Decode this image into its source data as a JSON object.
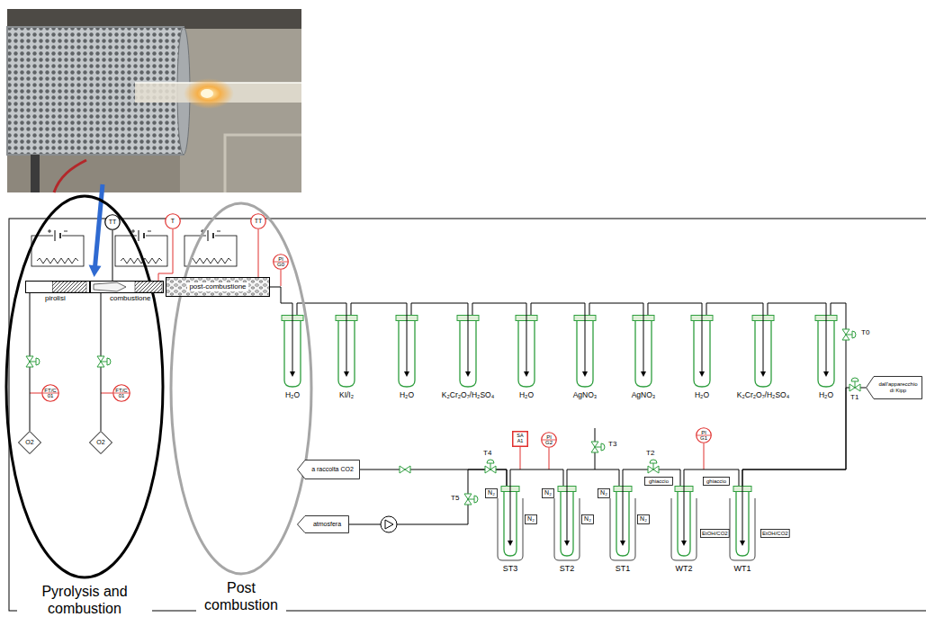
{
  "diagram": {
    "nodes": [
      {
        "text": [
          "Pyrolysis and combustion"
        ]
      },
      {
        "text": [
          "pirolisi"
        ],
        "in": 0
      },
      {
        "text": [
          "combustione"
        ],
        "in": 0
      },
      {
        "text": [
          "TT"
        ],
        "in": 0
      },
      {
        "text": [
          "T"
        ]
      },
      {
        "text": [
          "FT/C",
          "01"
        ],
        "in": 0
      },
      {
        "text": [
          "FT/C",
          "01"
        ],
        "in": 0
      },
      {
        "text": [
          "O2"
        ],
        "in": 0
      },
      {
        "text": [
          "O2"
        ],
        "in": 0
      },
      {
        "text": [
          "Post combustion"
        ]
      },
      {
        "text": [
          "post-combustione"
        ],
        "in": 9
      },
      {
        "text": [
          "TT"
        ],
        "in": 9
      },
      {
        "text": [
          "PI",
          "G0"
        ],
        "in": 9
      },
      {
        "text": [
          "H₂O"
        ]
      },
      {
        "text": [
          "KI/I₂"
        ]
      },
      {
        "text": [
          "H₂O"
        ]
      },
      {
        "text": [
          "K₂Cr₂O₇/H₂SO₄"
        ]
      },
      {
        "text": [
          "H₂O"
        ]
      },
      {
        "text": [
          "AgNO₃"
        ]
      },
      {
        "text": [
          "AgNO₃"
        ]
      },
      {
        "text": [
          "H₂O"
        ]
      },
      {
        "text": [
          "K₂Cr₂O₇/H₂SO₄"
        ]
      },
      {
        "text": [
          "H₂O"
        ]
      },
      {
        "text": [
          "dall'apparecchio di Kipp"
        ]
      },
      {
        "text": [
          "a raccolta CO2"
        ]
      },
      {
        "text": [
          "SA",
          "A1"
        ]
      },
      {
        "text": [
          "PI",
          "G2"
        ]
      },
      {
        "text": [
          "PI",
          "G1"
        ]
      },
      {
        "text": [
          "ghiaccio"
        ]
      },
      {
        "text": [
          "ghiaccio"
        ]
      },
      {
        "text": [
          "N₂"
        ]
      },
      {
        "text": [
          "N₂"
        ]
      },
      {
        "text": [
          "N₂"
        ]
      },
      {
        "text": [
          "ST3"
        ]
      },
      {
        "text": [
          "ST2"
        ]
      },
      {
        "text": [
          "ST1"
        ]
      },
      {
        "text": [
          "WT2"
        ]
      },
      {
        "text": [
          "WT1"
        ]
      },
      {
        "text": [
          "N₂"
        ]
      },
      {
        "text": [
          "N₂"
        ]
      },
      {
        "text": [
          "N₂"
        ]
      },
      {
        "text": [
          "atmosfera"
        ]
      },
      {
        "text": [
          "EtOH/CO2"
        ]
      },
      {
        "text": [
          "EtOH/CO2"
        ]
      }
    ],
    "edges": [
      {
        "from": 3,
        "to": 2,
        "arrow": "none"
      },
      {
        "from": 4,
        "to": 2,
        "arrow": "none"
      },
      {
        "from": 11,
        "to": 10,
        "arrow": "none"
      },
      {
        "from": 7,
        "to": 1,
        "arrow": "none"
      },
      {
        "from": 8,
        "to": 2,
        "arrow": "none"
      },
      {
        "from": 10,
        "to": 13,
        "arrow": "none"
      },
      {
        "from": 13,
        "to": 14,
        "arrow": "none"
      },
      {
        "from": 14,
        "to": 15,
        "arrow": "none"
      },
      {
        "from": 15,
        "to": 16,
        "arrow": "none"
      },
      {
        "from": 16,
        "to": 17,
        "arrow": "none"
      },
      {
        "from": 17,
        "to": 18,
        "arrow": "none"
      },
      {
        "from": 18,
        "to": 19,
        "arrow": "none"
      },
      {
        "from": 19,
        "to": 20,
        "arrow": "none"
      },
      {
        "from": 20,
        "to": 21,
        "arrow": "none"
      },
      {
        "from": 21,
        "to": 22,
        "arrow": "none"
      },
      {
        "from": 22,
        "to": 37,
        "arrow": "none"
      },
      {
        "from": 23,
        "to": 37,
        "arrow": "none"
      },
      {
        "from": 37,
        "to": 36,
        "arrow": "none"
      },
      {
        "from": 36,
        "to": 35,
        "arrow": "none"
      },
      {
        "from": 35,
        "to": 34,
        "arrow": "none"
      },
      {
        "from": 34,
        "to": 33,
        "arrow": "none"
      },
      {
        "from": 33,
        "to": 24,
        "arrow": "none"
      },
      {
        "from": 33,
        "to": 41,
        "arrow": "none"
      }
    ],
    "labels": [
      "T0",
      "T1",
      "T3",
      "T4",
      "T2",
      "T5"
    ]
  }
}
